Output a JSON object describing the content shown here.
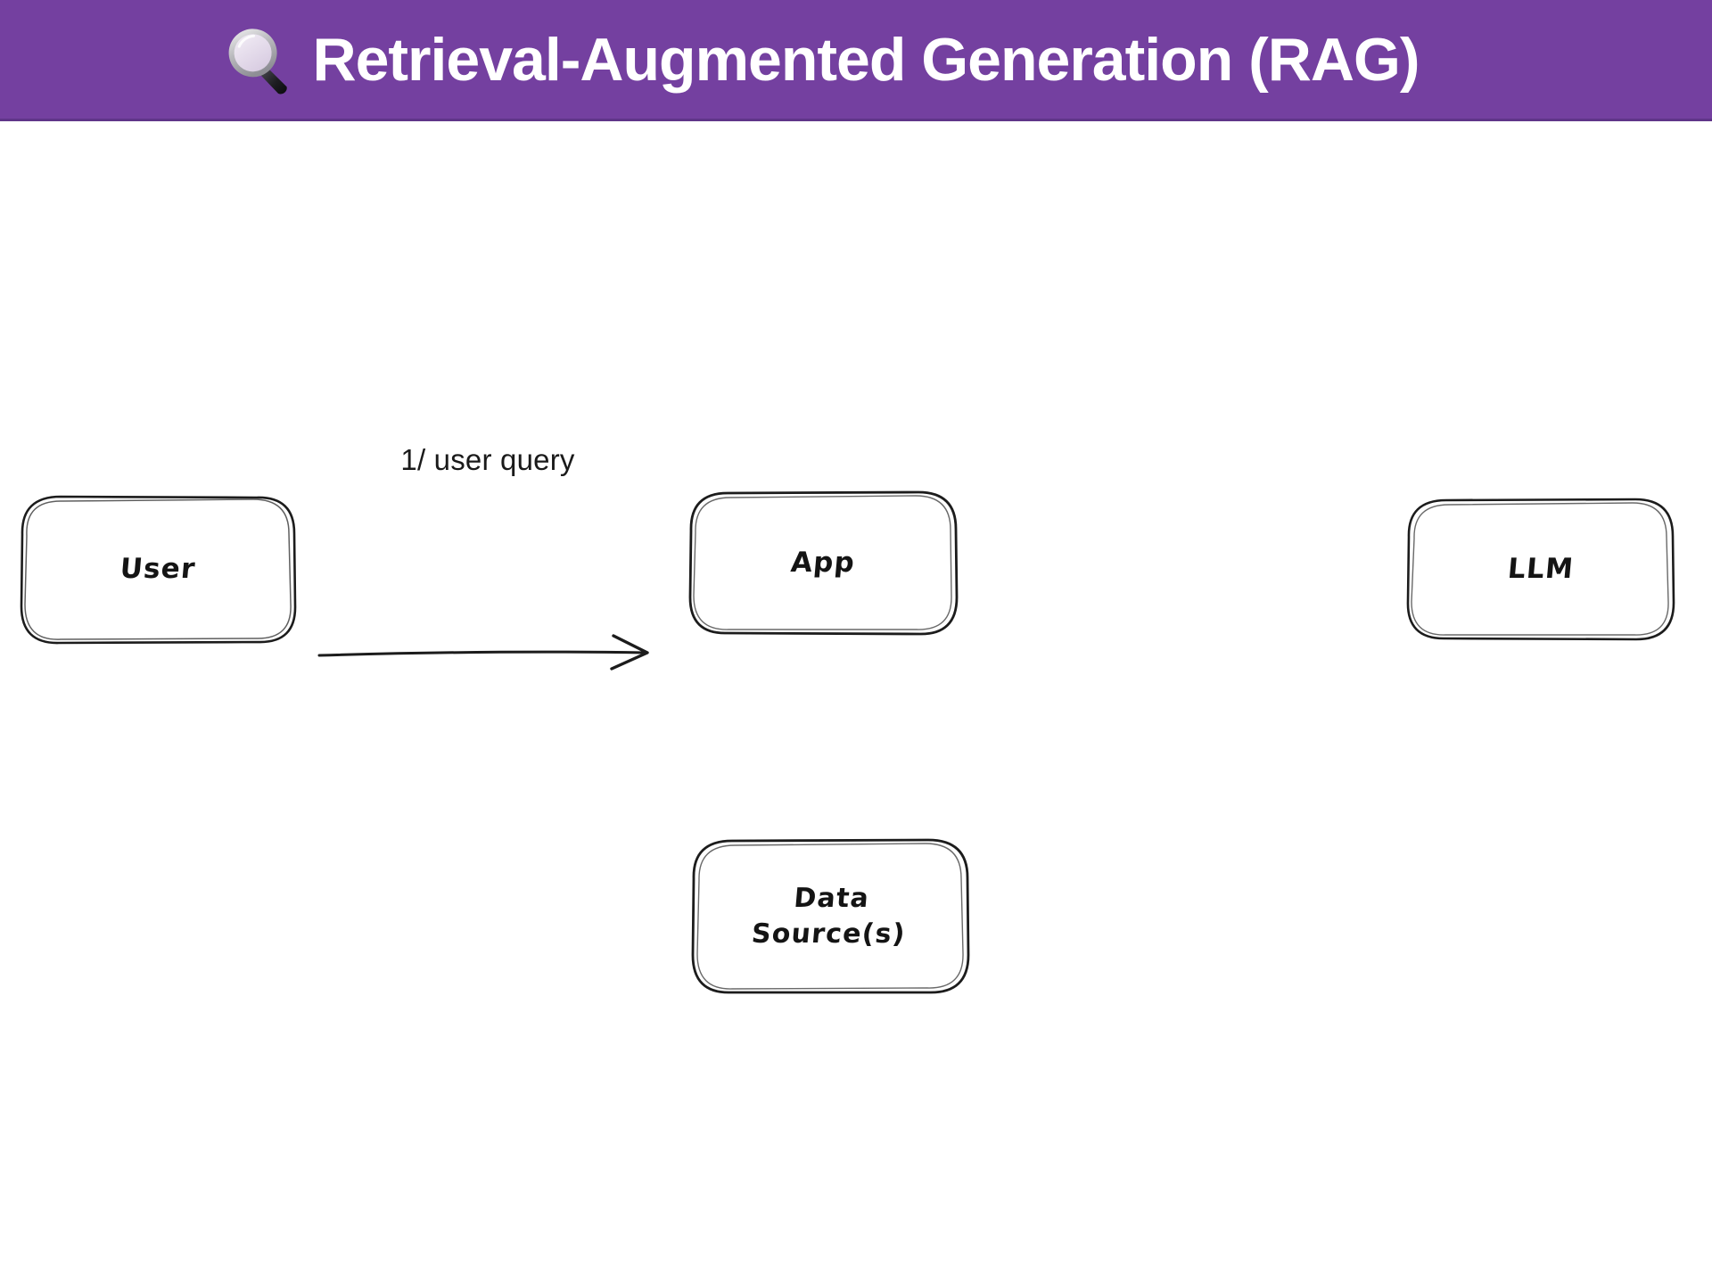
{
  "header": {
    "icon": "magnifying-glass-icon",
    "title": "Retrieval-Augmented Generation (RAG)",
    "background_color": "#7440a0",
    "text_color": "#ffffff"
  },
  "diagram": {
    "style": "hand-drawn whiteboard sketch",
    "stroke_color": "#1c1c1c",
    "background_color": "#ffffff",
    "nodes": [
      {
        "id": "user",
        "label": "User",
        "shape": "rounded-rectangle"
      },
      {
        "id": "app",
        "label": "App",
        "shape": "rounded-rectangle"
      },
      {
        "id": "llm",
        "label": "LLM",
        "shape": "rounded-rectangle"
      },
      {
        "id": "data-source",
        "label": "Data\nSource(s)",
        "shape": "rounded-rectangle"
      }
    ],
    "edges": [
      {
        "id": "user-to-app",
        "from": "user",
        "to": "app",
        "label": "1/ user query",
        "direction": "right"
      }
    ]
  }
}
